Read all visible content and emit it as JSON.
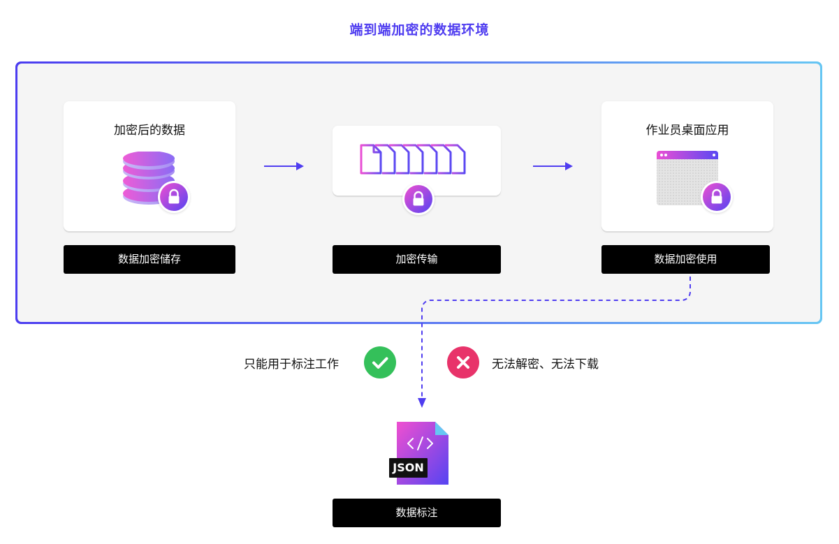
{
  "title": "端到端加密的数据环境",
  "stages": [
    {
      "card_title": "加密后的数据",
      "label": "数据加密储存"
    },
    {
      "label": "加密传输"
    },
    {
      "card_title": "作业员桌面应用",
      "label": "数据加密使用"
    }
  ],
  "permissions": {
    "allowed": "只能用于标注工作",
    "denied": "无法解密、无法下载"
  },
  "annotation": {
    "file_tag": "JSON",
    "label": "数据标注"
  },
  "colors": {
    "accent": "#4f3df0",
    "gradient_pink": "#e84fd6",
    "gradient_purple": "#5a48f2",
    "allowed": "#34c05a",
    "denied": "#e8336a",
    "frame_end": "#66c6f3"
  },
  "icons": {
    "database": "database-icon",
    "documents": "documents-icon",
    "window": "app-window-icon",
    "lock": "lock-icon",
    "check": "check-icon",
    "cross": "cross-icon",
    "code": "code-icon"
  }
}
